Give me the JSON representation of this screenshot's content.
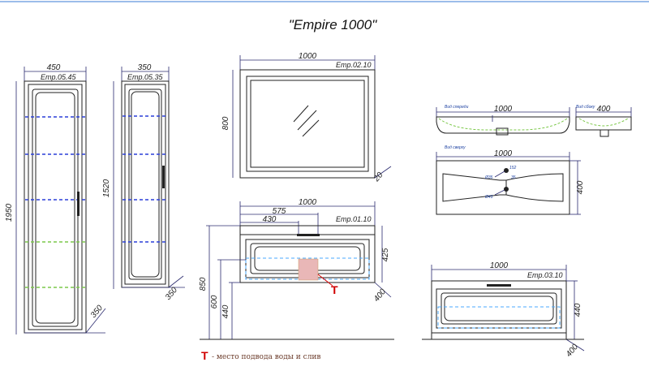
{
  "title": "\"Empire 1000\"",
  "cabinet_tall": {
    "width": "450",
    "model": "Emp.05.45",
    "height": "1950",
    "depth": "350"
  },
  "cabinet_narrow": {
    "width": "350",
    "model": "Emp.05.35",
    "height": "1520",
    "depth": "350"
  },
  "mirror": {
    "width": "1000",
    "model": "Emp.02.10",
    "height": "800",
    "depth": "20"
  },
  "vanity": {
    "width": "1000",
    "model": "Emp.01.10",
    "inner_a": "575",
    "inner_b": "430",
    "height": "425",
    "depth": "400",
    "mount_850": "850",
    "mount_600": "600",
    "mount_440": "440",
    "marker": "T"
  },
  "basin_front": {
    "caption": "Вид спереди",
    "width": "1000"
  },
  "basin_side": {
    "caption": "Вид сбоку",
    "width": "400"
  },
  "basin_top": {
    "caption": "Вид сверху",
    "width": "1000",
    "depth": "400",
    "d1": "Ø35",
    "d2": "Ø43",
    "m1": "152",
    "m2": "35"
  },
  "drawer_unit": {
    "width": "1000",
    "model": "Emp.03.10",
    "height": "440",
    "depth": "400"
  },
  "legend": {
    "symbol": "T",
    "text": "- место подвода воды и слив"
  }
}
